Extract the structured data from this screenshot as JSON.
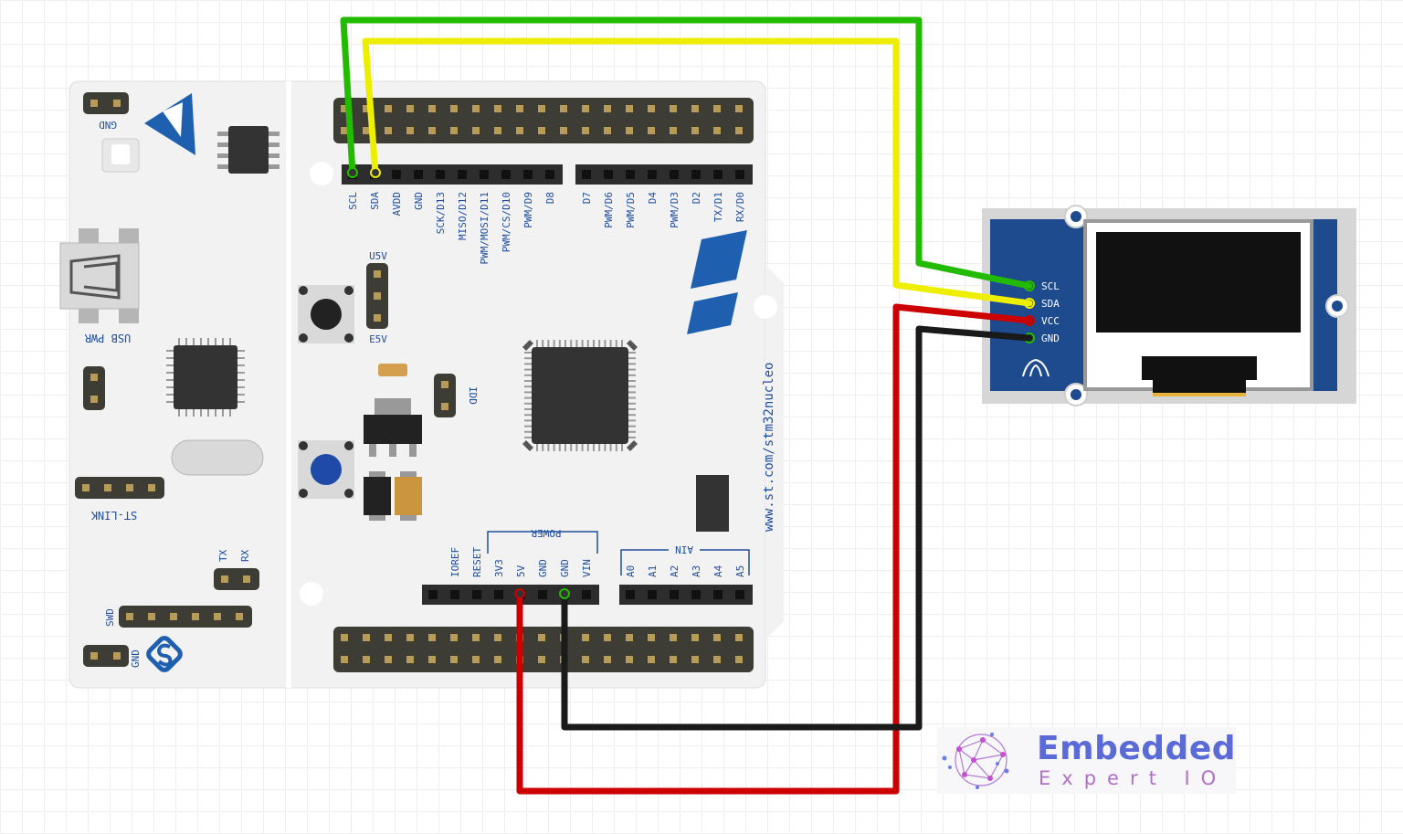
{
  "board": {
    "name": "www.st.com/stm32nucleo",
    "labels": {
      "gnd_top": "GND",
      "usb_pwr": "USB PWR",
      "st_link": "ST-LINK",
      "u5v": "U5V",
      "e5v": "E5V",
      "idd": "IDD",
      "tx": "TX",
      "rx": "RX",
      "swd": "SWD",
      "gnd_bottom": "GND",
      "st_logo": "ST"
    },
    "top_header_pins": [
      "SCL",
      "SDA",
      "AVDD",
      "GND",
      "SCK/D13",
      "MISO/D12",
      "PWM/MOSI/D11",
      "PWM/CS/D10",
      "PWM/D9",
      "D8"
    ],
    "top_header2_pins": [
      "D7",
      "PWM/D6",
      "PWM/D5",
      "D4",
      "PWM/D3",
      "D2",
      "TX/D1",
      "RX/D0"
    ],
    "power_header": {
      "title": "POWER",
      "pins": [
        "IOREF",
        "RESET",
        "3V3",
        "5V",
        "GND",
        "GND",
        "VIN"
      ]
    },
    "analog_header": {
      "title": "AIN",
      "pins": [
        "A0",
        "A1",
        "A2",
        "A3",
        "A4",
        "A5"
      ]
    }
  },
  "oled": {
    "pins": [
      "SCL",
      "SDA",
      "VCC",
      "GND"
    ]
  },
  "wires": [
    {
      "from": "SCL",
      "to": "OLED SCL",
      "color": "#22bb00"
    },
    {
      "from": "SDA",
      "to": "OLED SDA",
      "color": "#eeee00"
    },
    {
      "from": "5V",
      "to": "OLED VCC",
      "color": "#cc0000"
    },
    {
      "from": "GND",
      "to": "OLED GND",
      "color": "#1a1a1a"
    }
  ],
  "logo": {
    "word": "Embedded",
    "sub": "Expert IO"
  }
}
